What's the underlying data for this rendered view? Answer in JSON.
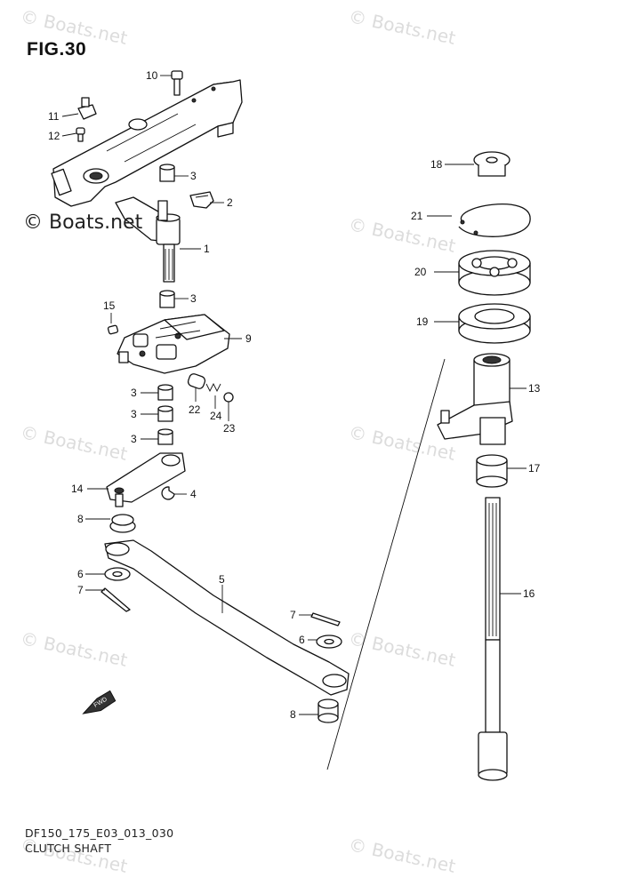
{
  "figure": {
    "title": "FIG.30",
    "copyright": "© Boats.net",
    "watermark": "© Boats.net",
    "drawing_code": "DF150_175_E03_013_030",
    "caption": "CLUTCH SHAFT",
    "fwd_label": "FWD"
  },
  "callouts": [
    {
      "id": "c10",
      "text": "10"
    },
    {
      "id": "c11",
      "text": "11"
    },
    {
      "id": "c12",
      "text": "12"
    },
    {
      "id": "c3a",
      "text": "3"
    },
    {
      "id": "c2",
      "text": "2"
    },
    {
      "id": "c1",
      "text": "1"
    },
    {
      "id": "c3b",
      "text": "3"
    },
    {
      "id": "c15",
      "text": "15"
    },
    {
      "id": "c9",
      "text": "9"
    },
    {
      "id": "c3c",
      "text": "3"
    },
    {
      "id": "c3d",
      "text": "3"
    },
    {
      "id": "c3e",
      "text": "3"
    },
    {
      "id": "c22",
      "text": "22"
    },
    {
      "id": "c24",
      "text": "24"
    },
    {
      "id": "c23",
      "text": "23"
    },
    {
      "id": "c14",
      "text": "14"
    },
    {
      "id": "c4",
      "text": "4"
    },
    {
      "id": "c8a",
      "text": "8"
    },
    {
      "id": "c6a",
      "text": "6"
    },
    {
      "id": "c7a",
      "text": "7"
    },
    {
      "id": "c5",
      "text": "5"
    },
    {
      "id": "c7b",
      "text": "7"
    },
    {
      "id": "c6b",
      "text": "6"
    },
    {
      "id": "c8b",
      "text": "8"
    },
    {
      "id": "c18",
      "text": "18"
    },
    {
      "id": "c21",
      "text": "21"
    },
    {
      "id": "c20",
      "text": "20"
    },
    {
      "id": "c19",
      "text": "19"
    },
    {
      "id": "c13",
      "text": "13"
    },
    {
      "id": "c17",
      "text": "17"
    },
    {
      "id": "c16",
      "text": "16"
    }
  ]
}
